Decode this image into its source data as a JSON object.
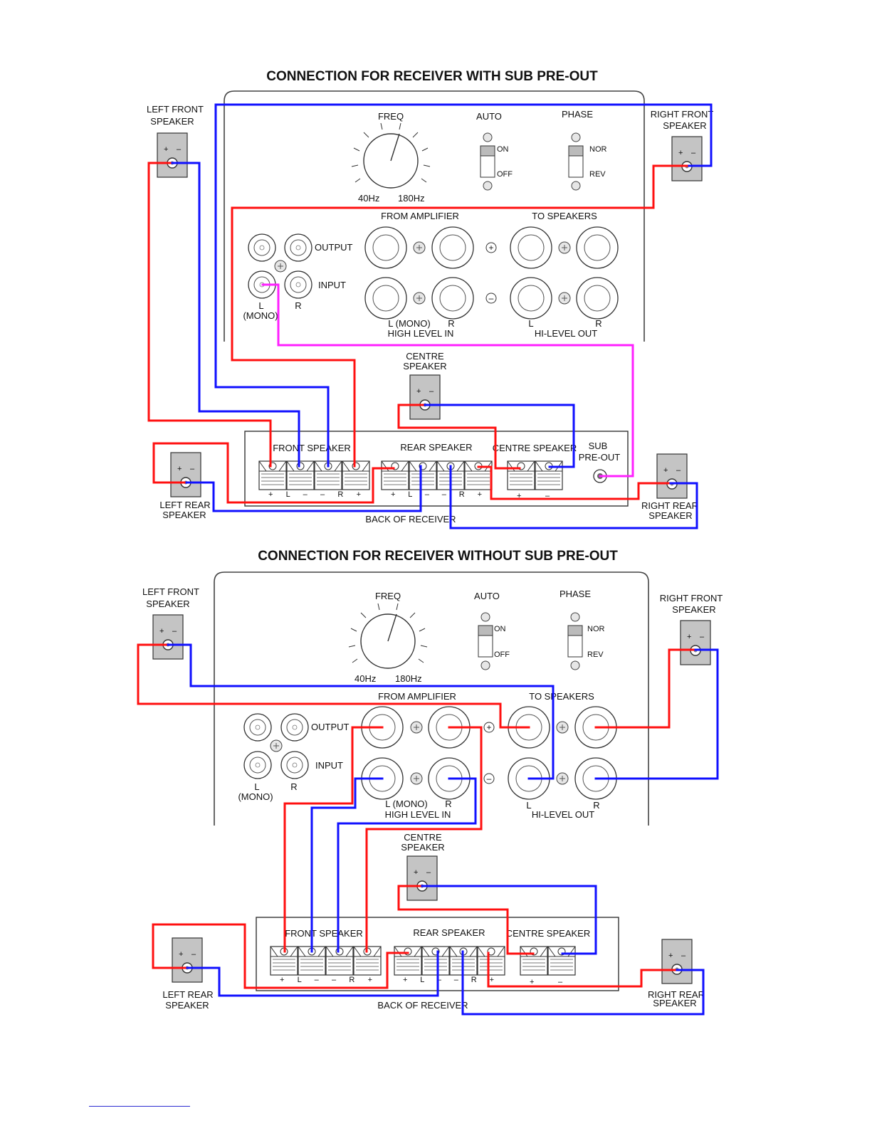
{
  "colors": {
    "positive": "#ff1010",
    "negative": "#1010ff",
    "sub": "#ff20ff"
  },
  "diagram1": {
    "title": "CONNECTION FOR RECEIVER WITH SUB PRE-OUT",
    "freq": "FREQ",
    "freq_min": "40Hz",
    "freq_max": "180Hz",
    "auto": "AUTO",
    "on": "ON",
    "off": "OFF",
    "phase": "PHASE",
    "nor": "NOR",
    "rev": "REV",
    "from_amplifier": "FROM AMPLIFIER",
    "to_speakers": "TO SPEAKERS",
    "output": "OUTPUT",
    "input": "INPUT",
    "l": "L",
    "r": "R",
    "mono": "(MONO)",
    "l_mono": "L (MONO)",
    "high_level_in": "HIGH LEVEL IN",
    "hi_level_out": "HI-LEVEL OUT",
    "plus": "+",
    "minus": "–",
    "centre_speaker_1": "CENTRE",
    "centre_speaker_2": "SPEAKER",
    "front_speaker": "FRONT SPEAKER",
    "rear_speaker": "REAR SPEAKER",
    "centre_speaker": "CENTRE SPEAKER",
    "sub_1": "SUB",
    "sub_2": "PRE-OUT",
    "back_of_receiver": "BACK OF RECEIVER",
    "left_front_1": "LEFT FRONT",
    "left_front_2": "SPEAKER",
    "right_front_1": "RIGHT FRONT",
    "right_front_2": "SPEAKER",
    "left_rear_1": "LEFT REAR",
    "left_rear_2": "SPEAKER",
    "right_rear_1": "RIGHT REAR",
    "right_rear_2": "SPEAKER",
    "spk_sign": "+ –",
    "front_signs": "+ L – – R +",
    "rear_signs": "+ L – – R +"
  },
  "diagram2": {
    "title": "CONNECTION FOR RECEIVER WITHOUT SUB PRE-OUT"
  }
}
